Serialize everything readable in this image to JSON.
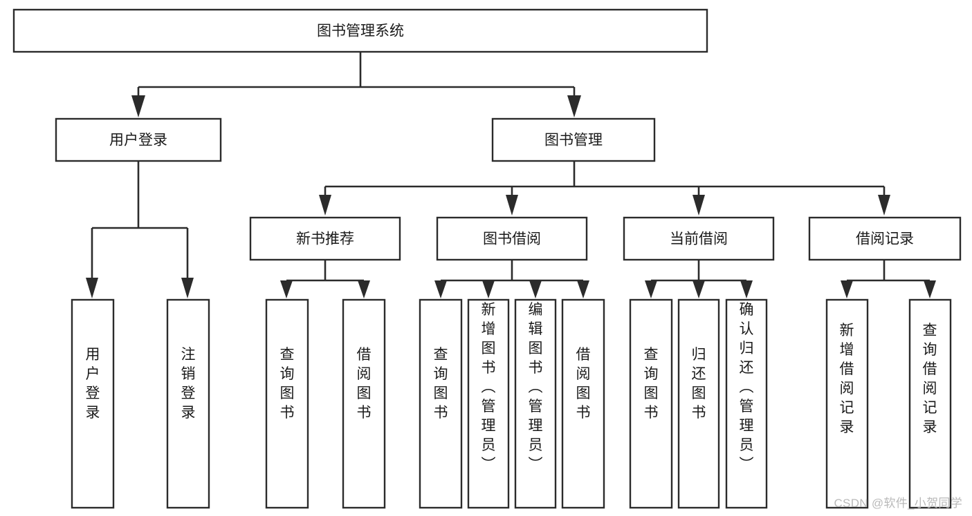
{
  "diagram": {
    "type": "tree",
    "title": "图书管理系统",
    "root": {
      "id": "root",
      "label": "图书管理系统",
      "orientation": "horizontal"
    },
    "level1": [
      {
        "id": "user-login",
        "label": "用户登录",
        "orientation": "horizontal"
      },
      {
        "id": "book-management",
        "label": "图书管理",
        "orientation": "horizontal"
      }
    ],
    "level2": [
      {
        "id": "new-book-recommend",
        "label": "新书推荐",
        "orientation": "horizontal",
        "parent": "book-management"
      },
      {
        "id": "book-borrow",
        "label": "图书借阅",
        "orientation": "horizontal",
        "parent": "book-management"
      },
      {
        "id": "current-borrow",
        "label": "当前借阅",
        "orientation": "horizontal",
        "parent": "book-management"
      },
      {
        "id": "borrow-record",
        "label": "借阅记录",
        "orientation": "horizontal",
        "parent": "book-management"
      }
    ],
    "leaves": [
      {
        "id": "leaf-user-login",
        "label": "用户登录",
        "orientation": "vertical",
        "parent": "user-login"
      },
      {
        "id": "leaf-logout-login",
        "label": "注销登录",
        "orientation": "vertical",
        "parent": "user-login"
      },
      {
        "id": "leaf-query-book-1",
        "label": "查询图书",
        "orientation": "vertical",
        "parent": "new-book-recommend"
      },
      {
        "id": "leaf-borrow-book-1",
        "label": "借阅图书",
        "orientation": "vertical",
        "parent": "new-book-recommend"
      },
      {
        "id": "leaf-query-book-2",
        "label": "查询图书",
        "orientation": "vertical",
        "parent": "book-borrow"
      },
      {
        "id": "leaf-add-book",
        "label": "新增图书（管理员）",
        "orientation": "vertical",
        "parent": "book-borrow"
      },
      {
        "id": "leaf-edit-book",
        "label": "编辑图书（管理员）",
        "orientation": "vertical",
        "parent": "book-borrow"
      },
      {
        "id": "leaf-borrow-book-2",
        "label": "借阅图书",
        "orientation": "vertical",
        "parent": "book-borrow"
      },
      {
        "id": "leaf-query-book-3",
        "label": "查询图书",
        "orientation": "vertical",
        "parent": "current-borrow"
      },
      {
        "id": "leaf-return-book",
        "label": "归还图书",
        "orientation": "vertical",
        "parent": "current-borrow"
      },
      {
        "id": "leaf-confirm-return",
        "label": "确认归还（管理员）",
        "orientation": "vertical",
        "parent": "current-borrow"
      },
      {
        "id": "leaf-add-record",
        "label": "新增借阅记录",
        "orientation": "vertical",
        "parent": "borrow-record"
      },
      {
        "id": "leaf-query-record",
        "label": "查询借阅记录",
        "orientation": "vertical",
        "parent": "borrow-record"
      }
    ]
  },
  "watermark": {
    "text": "CSDN @软件_小贺同学"
  },
  "colors": {
    "stroke": "#2b2b2b",
    "fill": "#ffffff",
    "text": "#1a1a1a",
    "watermark": "#b9b9b9"
  }
}
